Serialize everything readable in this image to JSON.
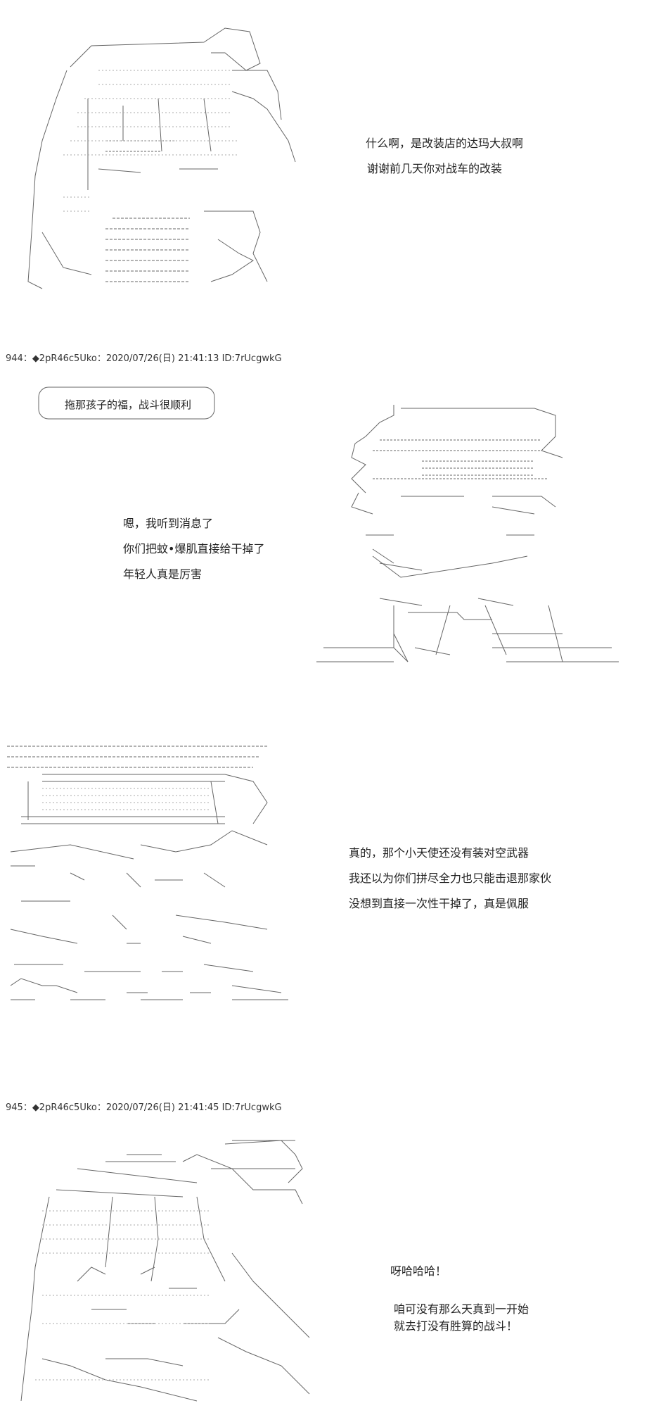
{
  "posts": [
    {
      "header": "944：◆2pR46c5Uko：2020/07/26(日) 21:41:13 ID:7rUcgwkG"
    },
    {
      "header": "945：◆2pR46c5Uko：2020/07/26(日) 21:41:45 ID:7rUcgwkG"
    }
  ],
  "dialogue": {
    "panel1": [
      "什么啊，是改装店的达玛大叔啊",
      "谢谢前几天你对战车的改装"
    ],
    "bubble": "拖那孩子的福，战斗很顺利",
    "panel2": [
      "嗯，我听到消息了",
      "你们把蚊•爆肌直接给干掉了",
      "年轻人真是厉害"
    ],
    "panel3": [
      "真的，那个小天使还没有装对空武器",
      "我还以为你们拼尽全力也只能击退那家伙",
      "没想到直接一次性干掉了，真是佩服"
    ],
    "panel4": [
      "呀哈哈哈！",
      "咱可没有那么天真到一开始",
      "就去打没有胜算的战斗！"
    ]
  },
  "colors": {
    "art_line": "#666666",
    "art_dot": "#aaaaaa",
    "text": "#222222"
  }
}
